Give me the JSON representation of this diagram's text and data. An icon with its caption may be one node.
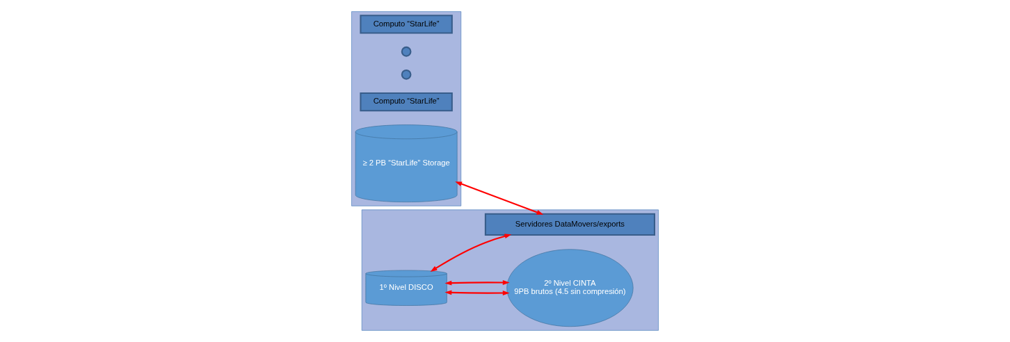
{
  "diagram": {
    "nodes": [
      {
        "text": [],
        "shape": "box"
      },
      {
        "text": [
          "Computo “StarLife”"
        ],
        "in": 0
      },
      {
        "text": [],
        "shape": "circle",
        "in": 0
      },
      {
        "text": [],
        "shape": "circle",
        "in": 0
      },
      {
        "text": [
          "Computo “StarLife”"
        ],
        "in": 0
      },
      {
        "text": [
          "≥ 2 PB “StarLife” Storage"
        ],
        "in": 0
      },
      {
        "text": [],
        "shape": "box"
      },
      {
        "text": [
          "1º Nivel DISCO"
        ],
        "in": 6
      },
      {
        "text": [
          "2º Nivel CINTA",
          "9PB brutos (4.5 sin compresión)"
        ],
        "in": 6
      },
      {
        "text": [
          "Servidores DataMovers/exports"
        ],
        "in": 6
      }
    ],
    "edges": [
      {
        "from": 7,
        "to": 8,
        "arrow": "both"
      },
      {
        "from": 7,
        "to": 8,
        "arrow": "both"
      },
      {
        "from": 7,
        "to": 9,
        "arrow": "both"
      },
      {
        "from": 5,
        "to": 9,
        "arrow": "both"
      }
    ]
  }
}
